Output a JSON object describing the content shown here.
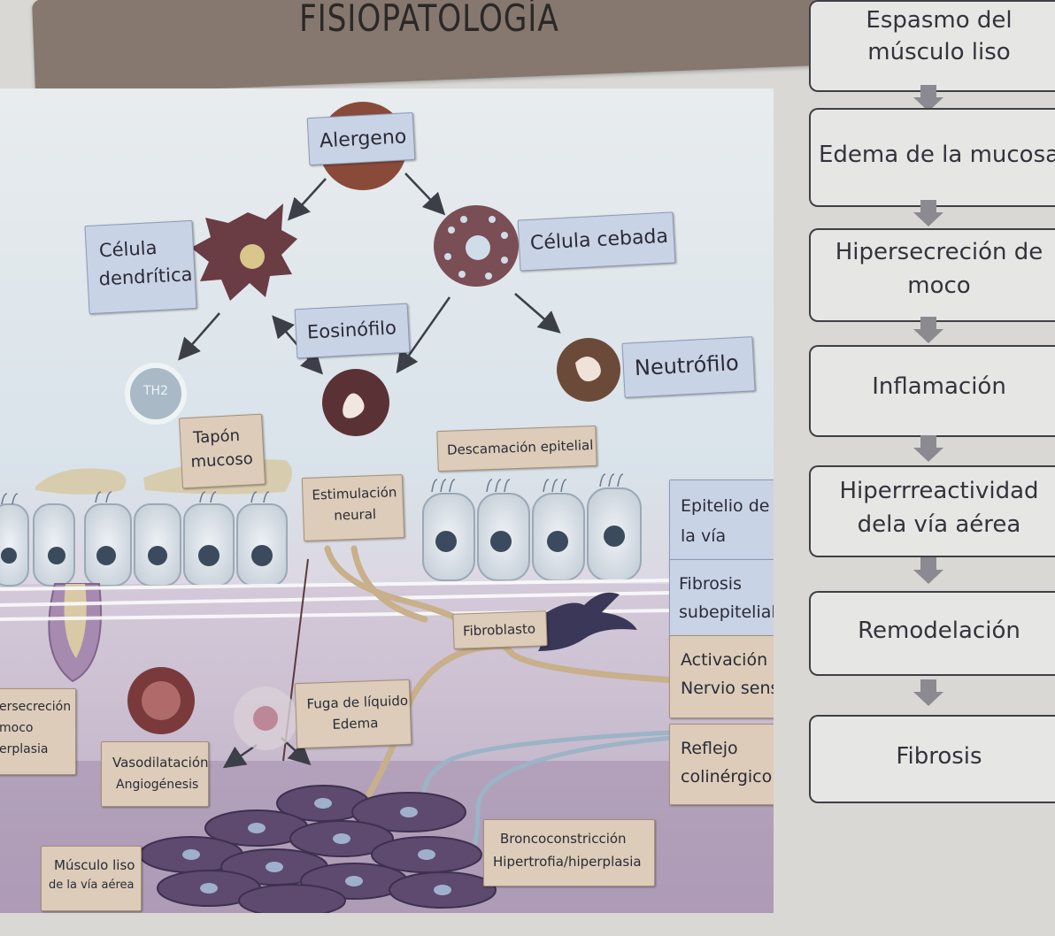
{
  "title": "FISIOPATOLOGÍA",
  "diagram": {
    "alergeno": "Alergeno",
    "celula_dendritica": [
      "Célula",
      "dendrítica"
    ],
    "celula_cebada": "Célula cebada",
    "eosinofilo": "Eosinófilo",
    "neutrofilo": "Neutrófilo",
    "th2": "TH2",
    "tapon_mucoso": [
      "Tapón",
      "mucoso"
    ],
    "descamacion": "Descamación epitelial",
    "estimulacion_neural": [
      "Estimulación",
      "neural"
    ],
    "epitelio": [
      "Epitelio de",
      "la vía"
    ],
    "fibrosis_subepitelial": [
      "Fibrosis",
      "subepitelial"
    ],
    "fibroblasto": "Fibroblasto",
    "activacion": [
      "Activación de",
      "Nervio sensorial"
    ],
    "hipersecrecion_left": [
      "ersecreción",
      "moco",
      "erplasia"
    ],
    "fuga": [
      "Fuga de líquido",
      "Edema"
    ],
    "vasodilatacion": [
      "Vasodilatación",
      "Angiogénesis"
    ],
    "reflejo": [
      "Reflejo",
      "colinérgico"
    ],
    "bronco": [
      "Broncoconstricción",
      "Hipertrofia/hiperplasia"
    ],
    "musculo": [
      "Músculo liso",
      "de la vía aérea"
    ]
  },
  "flow": [
    [
      "Espasmo del",
      "músculo liso"
    ],
    [
      "Edema de la mucosa"
    ],
    [
      "Hipersecreción de",
      "moco"
    ],
    [
      "Inflamación"
    ],
    [
      "Hiperrreactividad",
      "dela vía aérea"
    ],
    [
      "Remodelación"
    ],
    [
      "Fibrosis"
    ]
  ],
  "colors": {
    "flow_arrow": "#8a8a90",
    "label_blue": "#c9d3e6",
    "label_tan": "#dcccb9"
  }
}
